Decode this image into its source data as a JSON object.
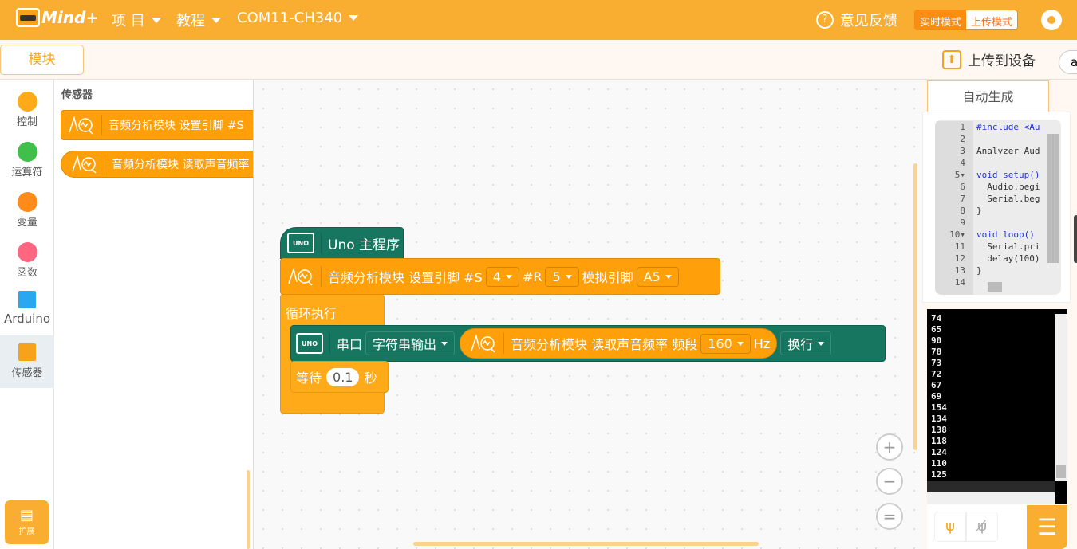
{
  "topbar": {
    "logo": "Mind+",
    "menus": [
      "项 目",
      "教程",
      "COM11-CH340"
    ],
    "feedback": "意见反馈",
    "mode_realtime": "实时模式",
    "mode_upload": "上传模式"
  },
  "subbar": {
    "tab": "模块",
    "upload": "上传到设备",
    "partial": "a"
  },
  "categories": [
    {
      "label": "控制",
      "color": "#ffab19"
    },
    {
      "label": "运算符",
      "color": "#40bf4a"
    },
    {
      "label": "变量",
      "color": "#ff8c1a"
    },
    {
      "label": "函数",
      "color": "#ff6680"
    },
    {
      "label": "Arduino"
    },
    {
      "label": "传感器"
    }
  ],
  "extend": "扩展",
  "flyout": {
    "title": "传感器",
    "block1": "音频分析模块 设置引脚 #S",
    "block2": "音频分析模块 读取声音频率"
  },
  "blocks": {
    "main": "Uno 主程序",
    "setup_label": "音频分析模块 设置引脚 #S",
    "s_value": "4",
    "r_label": "#R",
    "r_value": "5",
    "analog_label": "模拟引脚",
    "analog_value": "A5",
    "loop": "循环执行",
    "serial": "串口",
    "serial_mode": "字符串输出",
    "read_label": "音频分析模块 读取声音频率 频段",
    "band": "160",
    "hz": "Hz",
    "newline": "换行",
    "wait": "等待",
    "wait_value": "0.1",
    "sec": "秒"
  },
  "code": {
    "tab": "自动生成",
    "lines": [
      "#include <Au",
      "",
      "Analyzer Aud",
      "",
      "void setup()",
      "  Audio.begi",
      "  Serial.beg",
      "}",
      "",
      "void loop()",
      "  Serial.pri",
      "  delay(100)",
      "}",
      ""
    ]
  },
  "serial_output": [
    "74",
    "65",
    "90",
    "78",
    "73",
    "72",
    "67",
    "69",
    "154",
    "134",
    "138",
    "118",
    "124",
    "110",
    "125"
  ]
}
